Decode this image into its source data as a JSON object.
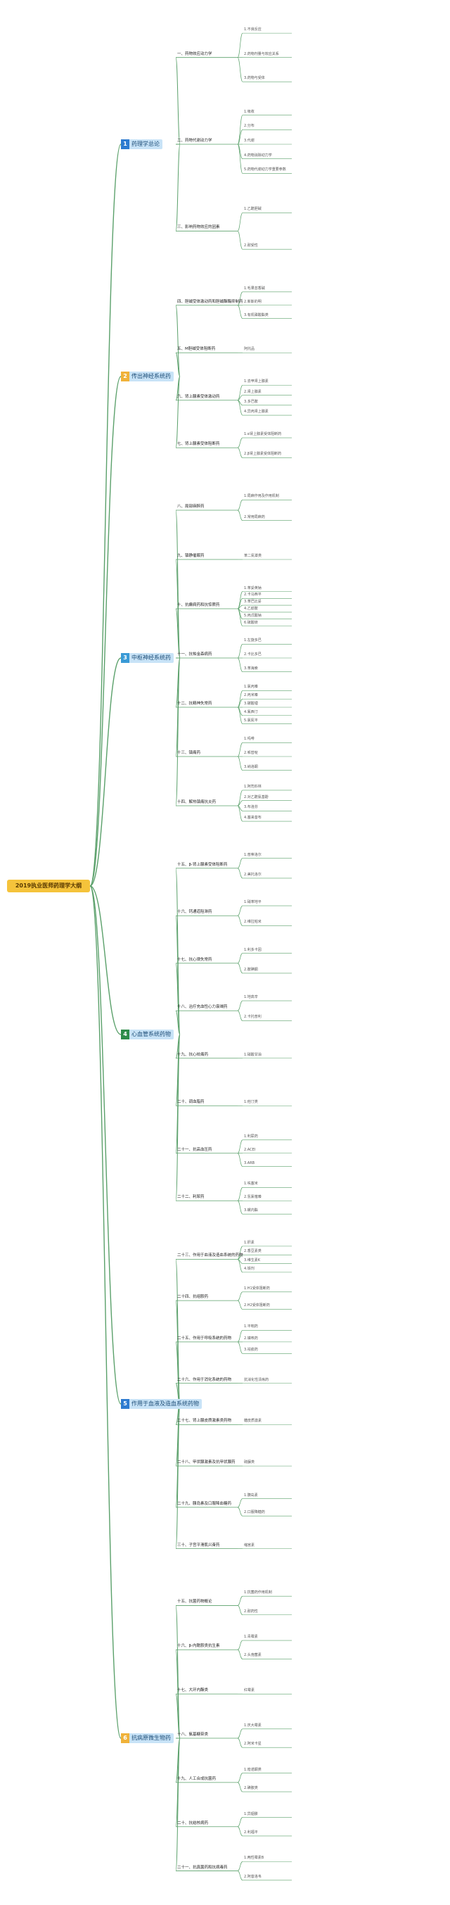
{
  "title": "2019执业医师药理学大纲",
  "colors": {
    "root": "#f5c33b",
    "branch": "#c8e3f7",
    "line": "#5aa06a"
  },
  "branches": [
    {
      "num": "1",
      "label": "药理学总论",
      "sections": [
        {
          "label": "一、药物效应动力学",
          "items": [
            "1.不良反应",
            "2.药物剂量与效应关系",
            "3.药物与受体"
          ]
        },
        {
          "label": "二、药物代谢动力学",
          "items": [
            "1.吸收",
            "2.分布",
            "3.代谢",
            "4.药物消除动力学",
            "5.药物代谢动力学重要参数"
          ]
        },
        {
          "label": "三、影响药物效应的因素",
          "items": [
            "1.乙酰胆碱",
            "2.耐受性"
          ]
        }
      ]
    },
    {
      "num": "2",
      "label": "传出神经系统药",
      "sections": [
        {
          "label": "四、胆碱受体激动药和胆碱酯酶抑制药",
          "items": [
            "1.毛果芸香碱",
            "2.新斯的明",
            "3.有机磷酸酯类"
          ]
        },
        {
          "label": "五、M胆碱受体阻断药",
          "items": [
            "阿托品"
          ]
        },
        {
          "label": "六、肾上腺素受体激动药",
          "items": [
            "1.去甲肾上腺素",
            "2.肾上腺素",
            "3.多巴胺",
            "4.异丙肾上腺素"
          ]
        },
        {
          "label": "七、肾上腺素受体阻断药",
          "items": [
            "1.α肾上腺素受体阻断药",
            "2.β肾上腺素受体阻断药"
          ]
        }
      ]
    },
    {
      "num": "3",
      "label": "中枢神经系统药",
      "sections": [
        {
          "label": "八、局部麻醉药",
          "items": [
            "1.局麻作用及作用机制",
            "2.常用局麻药"
          ]
        },
        {
          "label": "九、镇静催眠药",
          "items": [
            "苯二氮䓬类"
          ]
        },
        {
          "label": "十、抗癫痫药和抗惊厥药",
          "items": [
            "1.苯妥英钠",
            "2.卡马西平",
            "3.苯巴比妥",
            "4.乙琥胺",
            "5.丙戊酸钠",
            "6.硫酸镁"
          ]
        },
        {
          "label": "十一、抗帕金森病药",
          "items": [
            "1.左旋多巴",
            "2.卡比多巴",
            "3.苯海索"
          ]
        },
        {
          "label": "十二、抗精神失常药",
          "items": [
            "1.氯丙嗪",
            "2.丙米嗪",
            "3.碳酸锂",
            "4.氟西汀",
            "5.氯氮平"
          ]
        },
        {
          "label": "十三、镇痛药",
          "items": [
            "1.吗啡",
            "2.哌替啶",
            "3.纳洛酮"
          ]
        },
        {
          "label": "十四、解热镇痛抗炎药",
          "items": [
            "1.阿司匹林",
            "2.对乙酰氨基酚",
            "3.布洛芬",
            "4.塞来昔布"
          ]
        }
      ]
    },
    {
      "num": "4",
      "label": "心血管系统药物",
      "sections": [
        {
          "label": "十五、β-肾上腺素受体阻断药",
          "items": [
            "1.普萘洛尔",
            "2.美托洛尔"
          ]
        },
        {
          "label": "十六、钙通道阻滞药",
          "items": [
            "1.硝苯地平",
            "2.维拉帕米"
          ]
        },
        {
          "label": "十七、抗心律失常药",
          "items": [
            "1.利多卡因",
            "2.胺碘酮"
          ]
        },
        {
          "label": "十八、治疗充血性心力衰竭药",
          "items": [
            "1.地高辛",
            "2.卡托普利"
          ]
        },
        {
          "label": "十九、抗心绞痛药",
          "items": [
            "1.硝酸甘油"
          ]
        },
        {
          "label": "二十、调血脂药",
          "items": [
            "1.他汀类"
          ]
        },
        {
          "label": "二十一、抗高血压药",
          "items": [
            "1.利尿药",
            "2.ACEI",
            "3.ARB"
          ]
        },
        {
          "label": "二十二、利尿药",
          "items": [
            "1.呋塞米",
            "2.氢氯噻嗪",
            "3.螺内酯"
          ]
        }
      ]
    },
    {
      "num": "5",
      "label": "作用于血液及造血系统药物",
      "sections": [
        {
          "label": "二十三、作用于血液及造血系统的药物",
          "items": [
            "1.肝素",
            "2.香豆素类",
            "3.维生素K",
            "4.铁剂"
          ]
        },
        {
          "label": "二十四、抗组胺药",
          "items": [
            "1.H1受体阻断药",
            "2.H2受体阻断药"
          ]
        },
        {
          "label": "二十五、作用于呼吸系统的药物",
          "items": [
            "1.平喘药",
            "2.镇咳药",
            "3.祛痰药"
          ]
        },
        {
          "label": "二十六、作用于消化系统的药物",
          "items": [
            "抗消化性溃疡药"
          ]
        },
        {
          "label": "二十七、肾上腺皮质激素类药物",
          "items": [
            "糖皮质激素"
          ]
        },
        {
          "label": "二十八、甲状腺激素及抗甲状腺药",
          "items": [
            "硫脲类"
          ]
        },
        {
          "label": "二十九、胰岛素及口服降血糖药",
          "items": [
            "1.胰岛素",
            "2.口服降糖药"
          ]
        },
        {
          "label": "三十、子宫平滑肌兴奋药",
          "items": [
            "缩宫素"
          ]
        }
      ]
    },
    {
      "num": "6",
      "label": "抗病原微生物药",
      "sections": [
        {
          "label": "十五、抗菌药物概论",
          "items": [
            "1.抗菌药作用机制",
            "2.耐药性"
          ]
        },
        {
          "label": "十六、β-内酰胺类抗生素",
          "items": [
            "1.青霉素",
            "2.头孢菌素"
          ]
        },
        {
          "label": "十七、大环内酯类",
          "items": [
            "红霉素"
          ]
        },
        {
          "label": "十八、氨基糖苷类",
          "items": [
            "1.庆大霉素",
            "2.阿米卡星"
          ]
        },
        {
          "label": "十九、人工合成抗菌药",
          "items": [
            "1.喹诺酮类",
            "2.磺胺类"
          ]
        },
        {
          "label": "二十、抗结核病药",
          "items": [
            "1.异烟肼",
            "2.利福平"
          ]
        },
        {
          "label": "二十一、抗真菌药和抗病毒药",
          "items": [
            "1.两性霉素B",
            "2.阿昔洛韦"
          ]
        }
      ]
    }
  ]
}
